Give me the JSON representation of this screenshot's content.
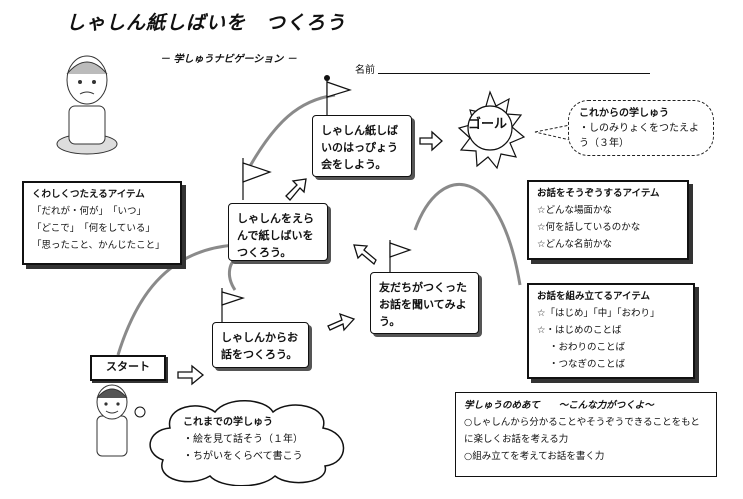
{
  "title": "しゃしん紙しばいを　つくろう",
  "navigation_label": "－ 学しゅうナビゲーション －",
  "name_label": "名前",
  "goal_label": "ゴール",
  "start_label": "スタート",
  "future_learning": {
    "heading": "これからの学しゅう",
    "item": "・しのみりょくをつたえよう（３年）"
  },
  "past_learning": {
    "heading": "これまでの学しゅう",
    "items": [
      "・絵を見て話そう（１年）",
      "・ちがいをくらべて書こう"
    ]
  },
  "steps": [
    {
      "text": "しゃしんからお話をつくろう。"
    },
    {
      "text": "しゃしんをえらんで紙しばいをつくろう。"
    },
    {
      "text": "しゃしん紙しばいのはっぴょう会をしよう。"
    },
    {
      "text": "友だちがつくったお話を聞いてみよう。"
    }
  ],
  "detail_items": {
    "heading": "くわしくつたえるアイテム",
    "rows": [
      "「だれが・何が」　「いつ」",
      "「どこで」　「何をしている」",
      "「思ったこと、かんじたこと」"
    ]
  },
  "imagine_items": {
    "heading": "お話をそうぞうするアイテム",
    "rows": [
      "☆どんな場面かな",
      "☆何を話しているのかな",
      "☆どんな名前かな"
    ]
  },
  "structure_items": {
    "heading": "お話を組み立てるアイテム",
    "rows": [
      "☆「はじめ」「中」「おわり」",
      "☆・はじめのことば",
      "・おわりのことば",
      "・つなぎのことば"
    ]
  },
  "aim": {
    "heading": "学しゅうのめあて　　～こんな力がつくよ～",
    "rows": [
      "○しゃしんから分かることやそうぞうできることをもとに楽しくお話を考える力",
      "○組み立てを考えてお話を書く力"
    ]
  }
}
